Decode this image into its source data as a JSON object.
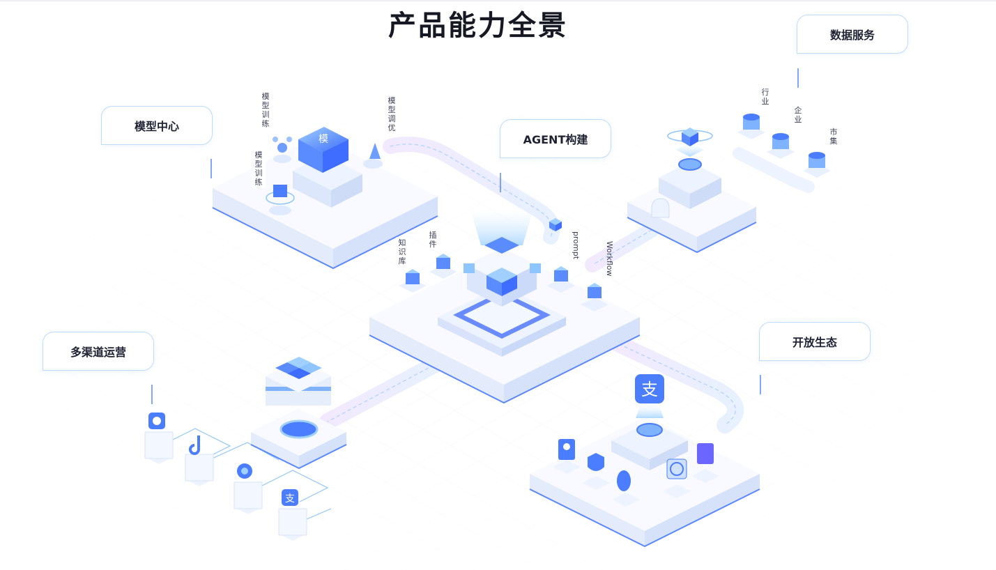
{
  "title": "产品能力全景",
  "nodes": {
    "model_center": "模型中心",
    "agent_build": "AGENT构建",
    "data_service": "数据服务",
    "multi_channel": "多渠道运营",
    "open_ecosystem": "开放生态"
  },
  "model_labels": {
    "training_top": "模型训练",
    "tuning": "模型调优",
    "training_left": "模型训练"
  },
  "agent_labels": {
    "knowledge": "知识库",
    "plugin": "插件",
    "prompt": "prompt",
    "workflow": "Workflow"
  },
  "data_labels": {
    "industry": "行业",
    "enterprise": "企业",
    "market": "市集"
  },
  "icons": {
    "model_chip_glyph": "模",
    "alipay_glyph": "支"
  },
  "colors": {
    "accent": "#4a7dff",
    "accent_light": "#8ec5ff",
    "platform_top": "#f8faff",
    "platform_side": "#dfe8fb",
    "outline": "#bcdcff"
  }
}
